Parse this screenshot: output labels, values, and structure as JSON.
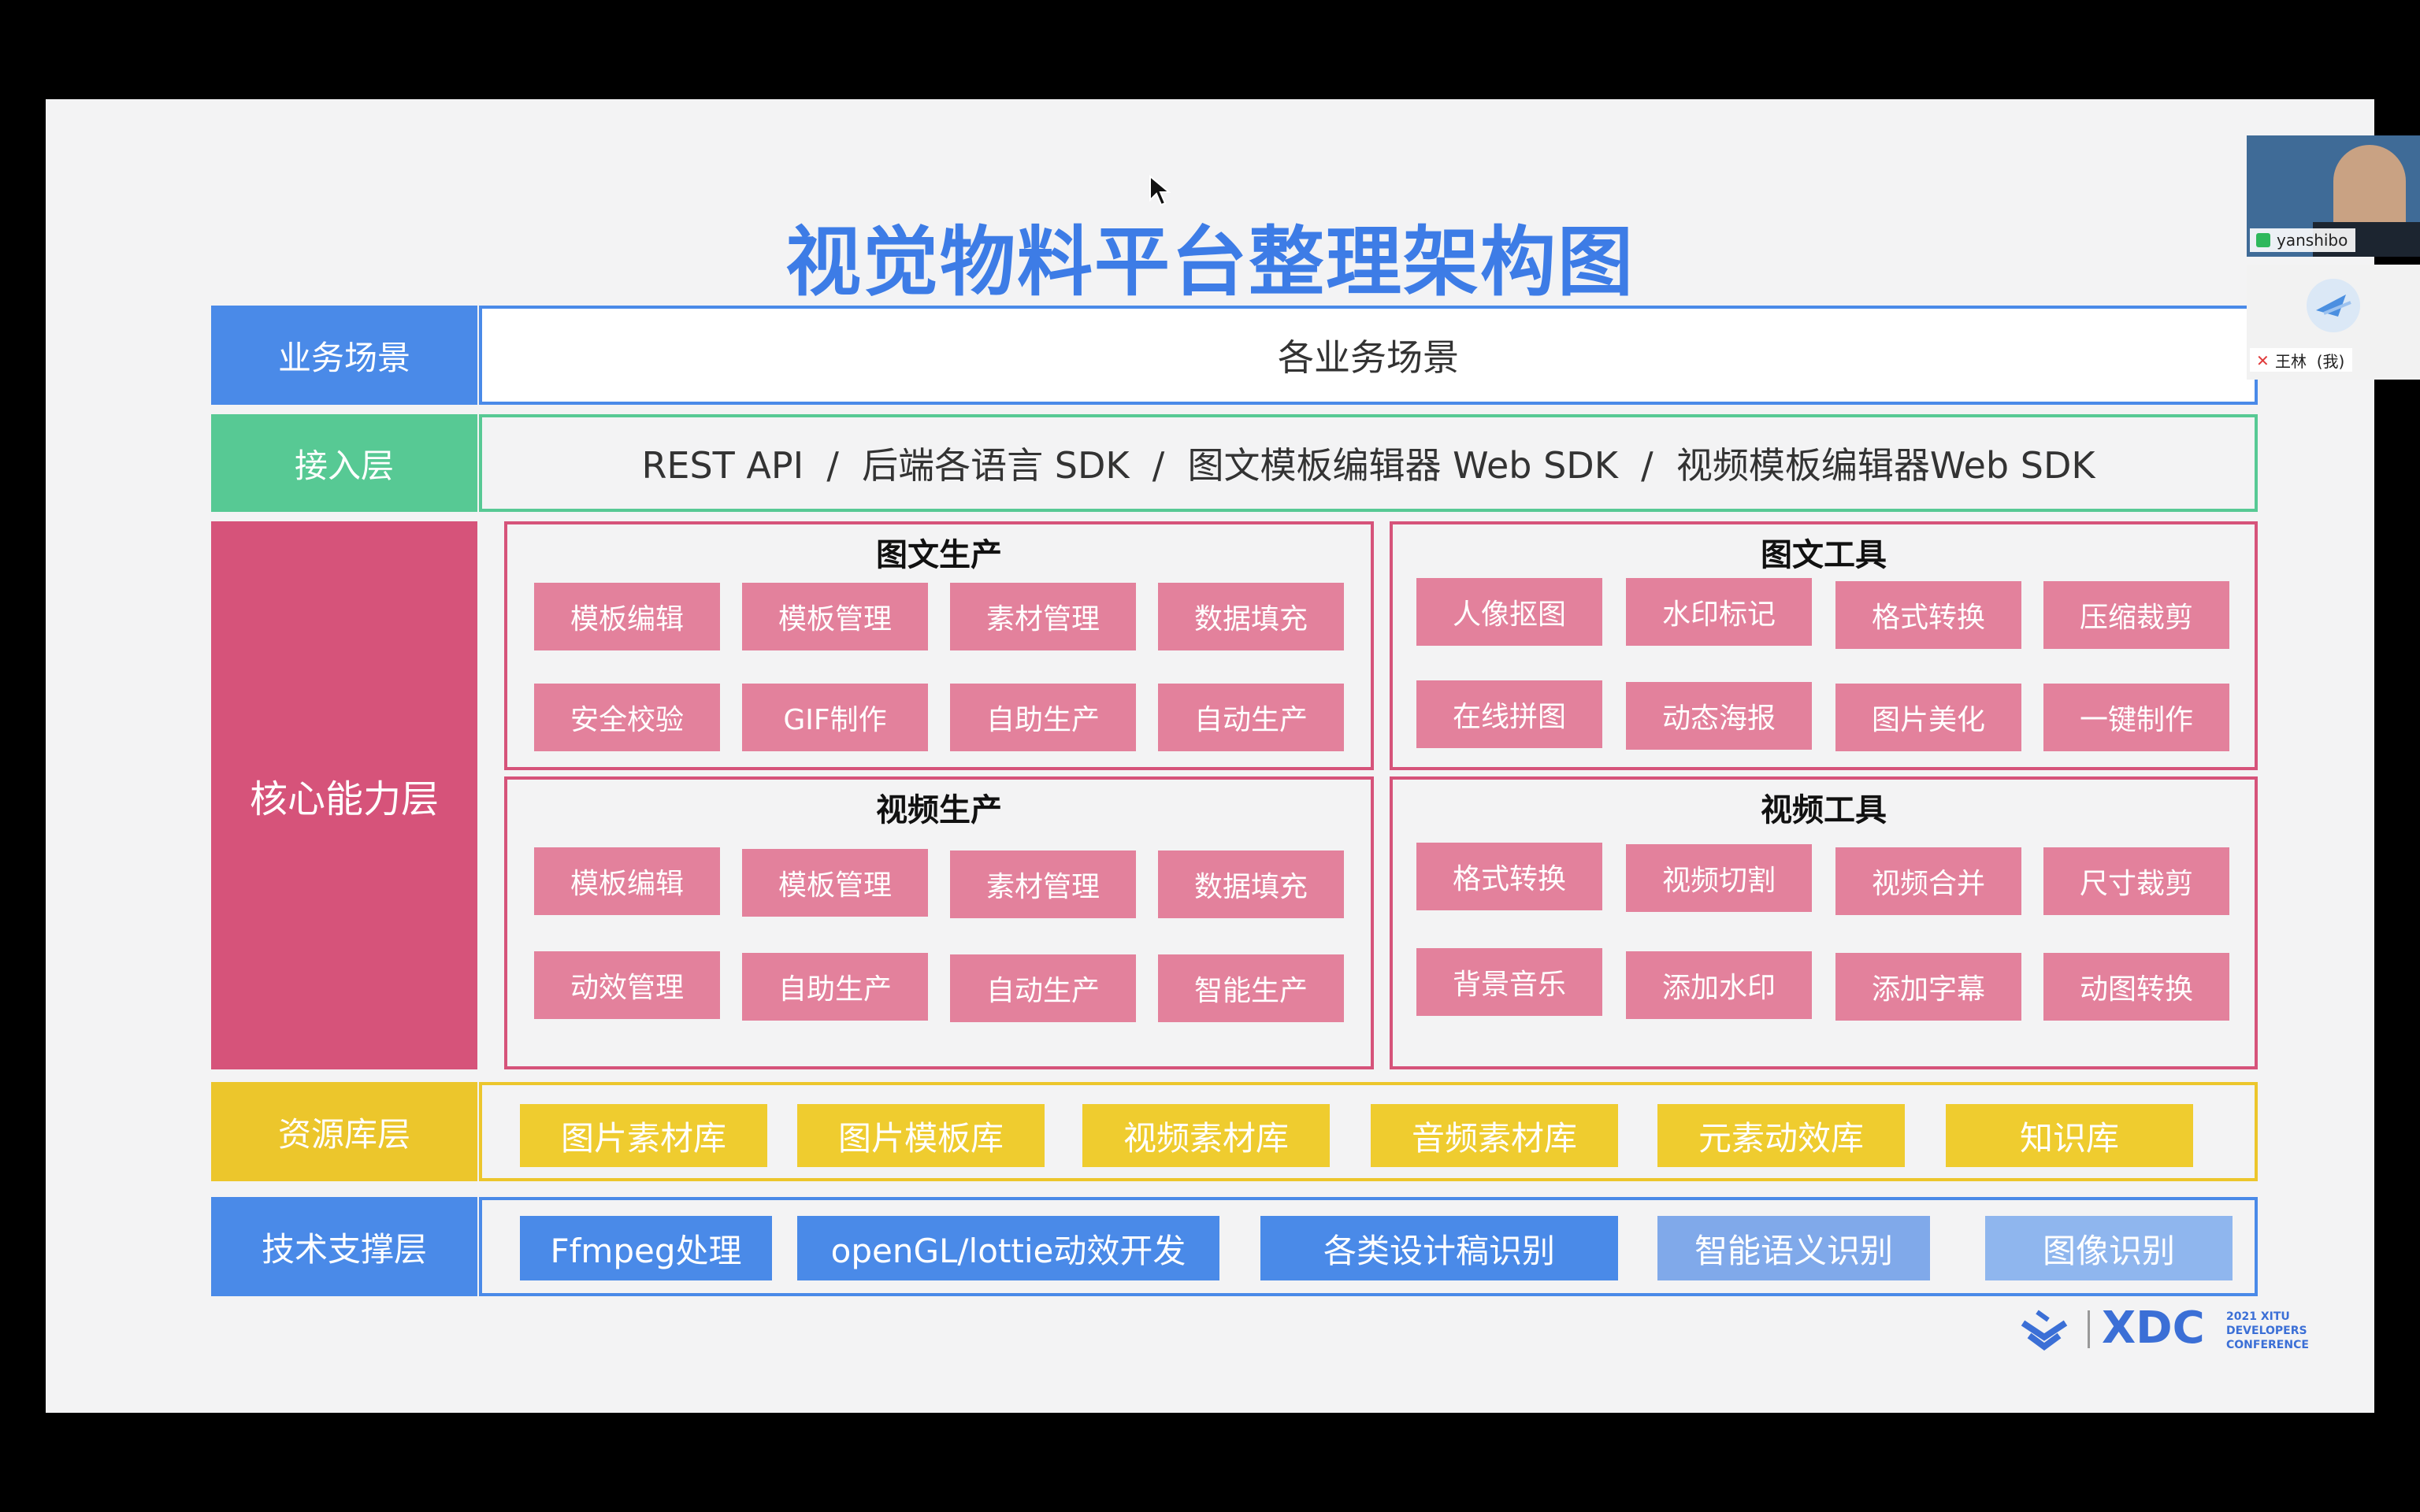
{
  "slide": {
    "title": "视觉物料平台整理架构图",
    "layers": {
      "business": {
        "label": "业务场景",
        "content": "各业务场景"
      },
      "access": {
        "label": "接入层",
        "content": "REST API  /  后端各语言 SDK  /  图文模板编辑器 Web SDK  /  视频模板编辑器Web SDK"
      },
      "core": {
        "label": "核心能力层",
        "groups": [
          {
            "title": "图文生产",
            "items": [
              "模板编辑",
              "模板管理",
              "素材管理",
              "数据填充",
              "安全校验",
              "GIF制作",
              "自助生产",
              "自动生产"
            ]
          },
          {
            "title": "图文工具",
            "items": [
              "人像抠图",
              "水印标记",
              "格式转换",
              "压缩裁剪",
              "在线拼图",
              "动态海报",
              "图片美化",
              "一键制作"
            ]
          },
          {
            "title": "视频生产",
            "items": [
              "模板编辑",
              "模板管理",
              "素材管理",
              "数据填充",
              "动效管理",
              "自助生产",
              "自动生产",
              "智能生产"
            ]
          },
          {
            "title": "视频工具",
            "items": [
              "格式转换",
              "视频切割",
              "视频合并",
              "尺寸裁剪",
              "背景音乐",
              "添加水印",
              "添加字幕",
              "动图转换"
            ]
          }
        ]
      },
      "resource": {
        "label": "资源库层",
        "items": [
          "图片素材库",
          "图片模板库",
          "视频素材库",
          "音频素材库",
          "元素动效库",
          "知识库"
        ]
      },
      "tech": {
        "label": "技术支撑层",
        "items": [
          "Ffmpeg处理",
          "openGL/lottie动效开发",
          "各类设计稿识别",
          "智能语义识别",
          "图像识别"
        ]
      }
    },
    "logo": {
      "name": "XDC",
      "line1": "2021 XITU",
      "line2": "DEVELOPERS",
      "line3": "CONFERENCE"
    }
  },
  "participants": [
    {
      "name": "yanshibo",
      "icon": "mic-on-icon"
    },
    {
      "name": "王林  (我)",
      "icon": "mic-muted-icon"
    }
  ],
  "colors": {
    "title": "#3d7ce6",
    "business": "#4a8ae8",
    "access": "#57c994",
    "core": "#d6537a",
    "resource": "#ecc62c",
    "tech": "#4a8ae8",
    "chip_pink": "#e3819c",
    "chip_yellow": "#efcc2f"
  }
}
